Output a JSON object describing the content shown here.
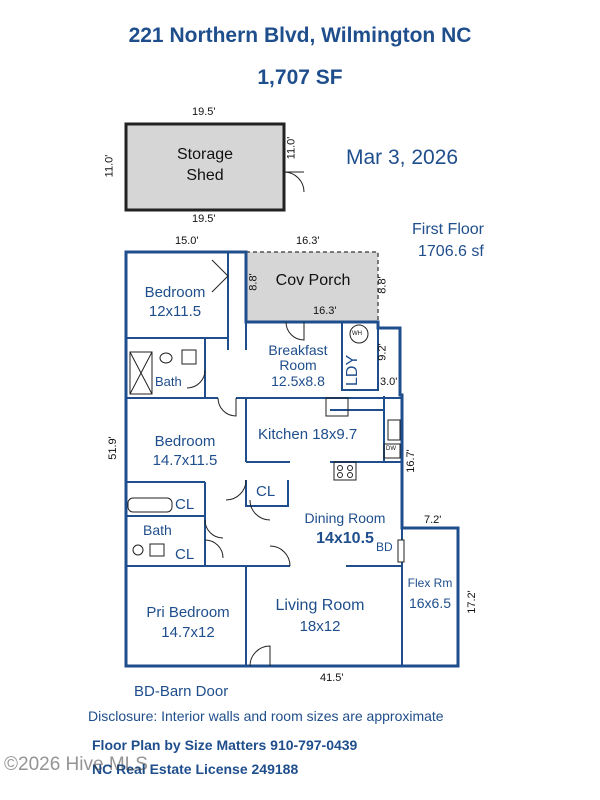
{
  "header": {
    "address": "221 Northern Blvd, Wilmington NC",
    "area": "1,707 SF"
  },
  "date": "Mar 3, 2026",
  "floor": {
    "name": "First Floor",
    "area": "1706.6 sf"
  },
  "shed": {
    "label_line1": "Storage",
    "label_line2": "Shed",
    "dim_top": "19.5'",
    "dim_bottom": "19.5'",
    "dim_left": "11.0'",
    "dim_right": "11.0'"
  },
  "dimensions": {
    "top_left": "15.0'",
    "top_right": "16.3'",
    "porch_inner": "16.3'",
    "porch_left": "8.8'",
    "porch_right": "8.8'",
    "ldy_right": "9.2'",
    "ldy_bottom": "3.0'",
    "left_side": "51.9'",
    "kitchen_right": "16.7'",
    "flex_top": "7.2'",
    "flex_right": "17.2'",
    "bottom": "41.5'"
  },
  "rooms": {
    "bedroom1": {
      "name": "Bedroom",
      "size": "12x11.5"
    },
    "porch": {
      "name": "Cov Porch"
    },
    "breakfast": {
      "name_line1": "Breakfast",
      "name_line2": "Room",
      "size": "12.5x8.8"
    },
    "ldy": {
      "name": "LDY"
    },
    "wh": {
      "name": "WH"
    },
    "bath1": {
      "name": "Bath"
    },
    "bedroom2": {
      "name": "Bedroom",
      "size": "14.7x11.5"
    },
    "kitchen": {
      "name": "Kitchen 18x9.7"
    },
    "dw": {
      "name": "DW"
    },
    "cl_center": {
      "name": "CL"
    },
    "cl_upper": {
      "name": "CL"
    },
    "cl_lower": {
      "name": "CL"
    },
    "bath2": {
      "name": "Bath"
    },
    "dining": {
      "name": "Dining Room",
      "size": "14x10.5"
    },
    "bd": {
      "name": "BD"
    },
    "flex": {
      "name": "Flex Rm",
      "size": "16x6.5"
    },
    "pri_bedroom": {
      "name": "Pri Bedroom",
      "size": "14.7x12"
    },
    "living": {
      "name": "Living Room",
      "size": "18x12"
    }
  },
  "legend": "BD-Barn Door",
  "disclosure": "Disclosure: Interior walls and room sizes are approximate",
  "credit_line1": "Floor Plan by Size Matters 910-797-0439",
  "credit_line2": "NC Real Estate License 249188",
  "watermark": "©2026 Hive MLS",
  "colors": {
    "wall": "#1f4e8c",
    "heading": "#1f4e8c",
    "shade": "#d6d6d6"
  }
}
